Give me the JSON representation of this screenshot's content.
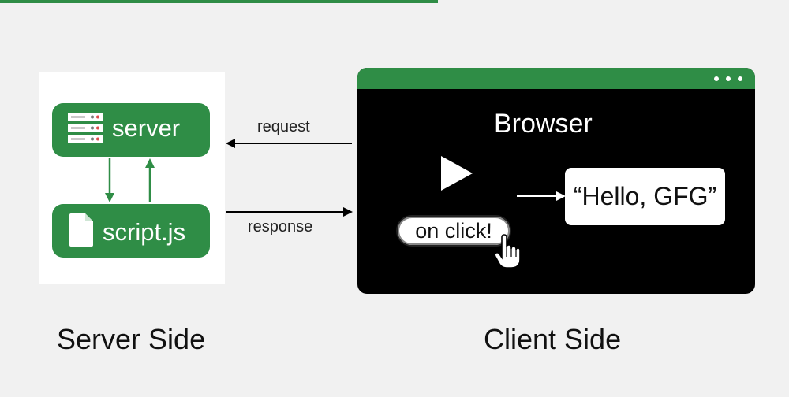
{
  "diagram": {
    "server_label": "server",
    "script_label": "script.js",
    "request_label": "request",
    "response_label": "response",
    "browser_title": "Browser",
    "output_text": "“Hello, GFG”",
    "button_text": "on click!",
    "server_side_caption": "Server Side",
    "client_side_caption": "Client Side"
  },
  "colors": {
    "accent": "#2f8d46",
    "browser_bg": "#000000",
    "page_bg": "#f1f1f1"
  },
  "icons": [
    "server-icon",
    "file-icon",
    "play-icon",
    "hand-pointer-icon",
    "window-dots-icon"
  ]
}
